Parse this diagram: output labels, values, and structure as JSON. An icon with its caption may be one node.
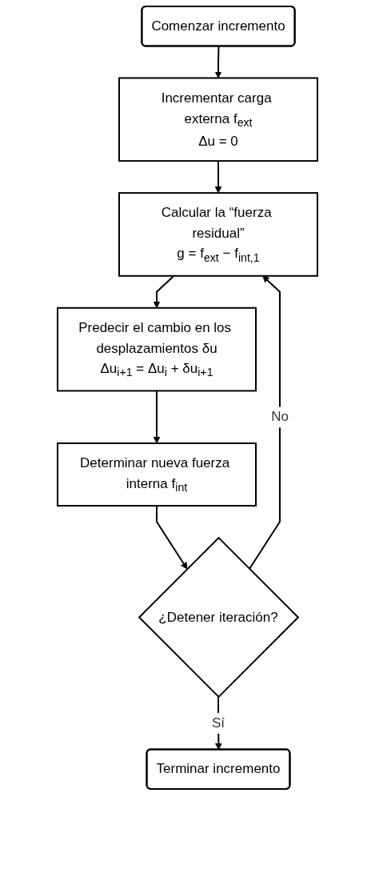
{
  "diagram": {
    "nodes": [
      {
        "text": [
          "Comenzar incremento"
        ]
      },
      {
        "text": [
          "Incrementar carga externa f$_{ext}$",
          "Δu = 0"
        ]
      },
      {
        "text": [
          "Calcular la “fuerza residual”",
          "g = f$_{ext}$ − f$_{int,1}$"
        ]
      },
      {
        "text": [
          "Predecir el cambio en los desplazamientos δu",
          "Δu$_{i+1}$ = Δu$_{i}$ + δu$_{i+1}$"
        ]
      },
      {
        "text": [
          "Determinar nueva fuerza interna f$_{int}$"
        ]
      },
      {
        "text": [
          "¿Detener iteración?"
        ]
      },
      {
        "text": [
          "Terminar incremento"
        ]
      }
    ],
    "edges": [
      {
        "from": 0,
        "to": 1,
        "arrow": "to"
      },
      {
        "from": 1,
        "to": 2,
        "arrow": "to"
      },
      {
        "from": 2,
        "to": 3,
        "arrow": "to"
      },
      {
        "from": 3,
        "to": 4,
        "arrow": "to"
      },
      {
        "from": 4,
        "to": 5,
        "arrow": "to"
      },
      {
        "from": 5,
        "to": 2,
        "label": "No",
        "arrow": "to"
      },
      {
        "from": 5,
        "to": 6,
        "label": "Sí",
        "arrow": "to"
      }
    ]
  }
}
